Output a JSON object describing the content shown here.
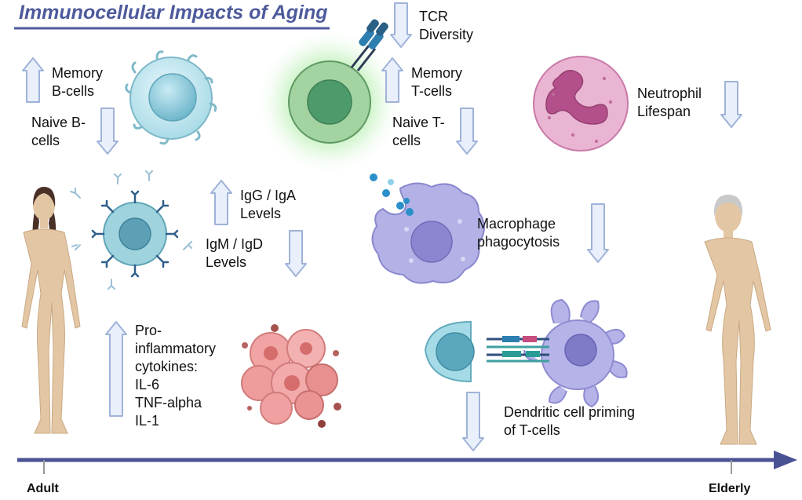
{
  "title": "Immunocellular Impacts of Aging",
  "labels": {
    "memory_b": [
      "Memory",
      "B-cells"
    ],
    "naive_b": [
      "Naive B-",
      "cells"
    ],
    "tcr": [
      "TCR",
      "Diversity"
    ],
    "memory_t": [
      "Memory",
      "T-cells"
    ],
    "naive_t": [
      "Naive T-",
      "cells"
    ],
    "neutrophil": [
      "Neutrophil",
      "Lifespan"
    ],
    "igg": [
      "IgG / IgA",
      "Levels"
    ],
    "igm": [
      "IgM / IgD",
      "Levels"
    ],
    "macrophage": [
      "Macrophage",
      "phagocytosis"
    ],
    "cytokines": [
      "Pro-",
      "inflammatory",
      "cytokines:",
      "IL-6",
      "TNF-alpha",
      "IL-1"
    ],
    "dendritic": [
      "Dendritic cell priming",
      "of T-cells"
    ]
  },
  "timeline": {
    "start_label": "Adult",
    "end_label": "Elderly"
  },
  "colors": {
    "title": "#4e5a9c",
    "arrow_fill": "#e9effb",
    "arrow_stroke": "#9fb3d8",
    "timeline": "#4a5294"
  },
  "trends": {
    "memory_b": "up",
    "naive_b": "down",
    "tcr": "down",
    "memory_t": "up",
    "naive_t": "down",
    "neutrophil": "down",
    "igg": "up",
    "igm": "down",
    "macrophage": "down",
    "cytokines": "up",
    "dendritic": "down"
  }
}
